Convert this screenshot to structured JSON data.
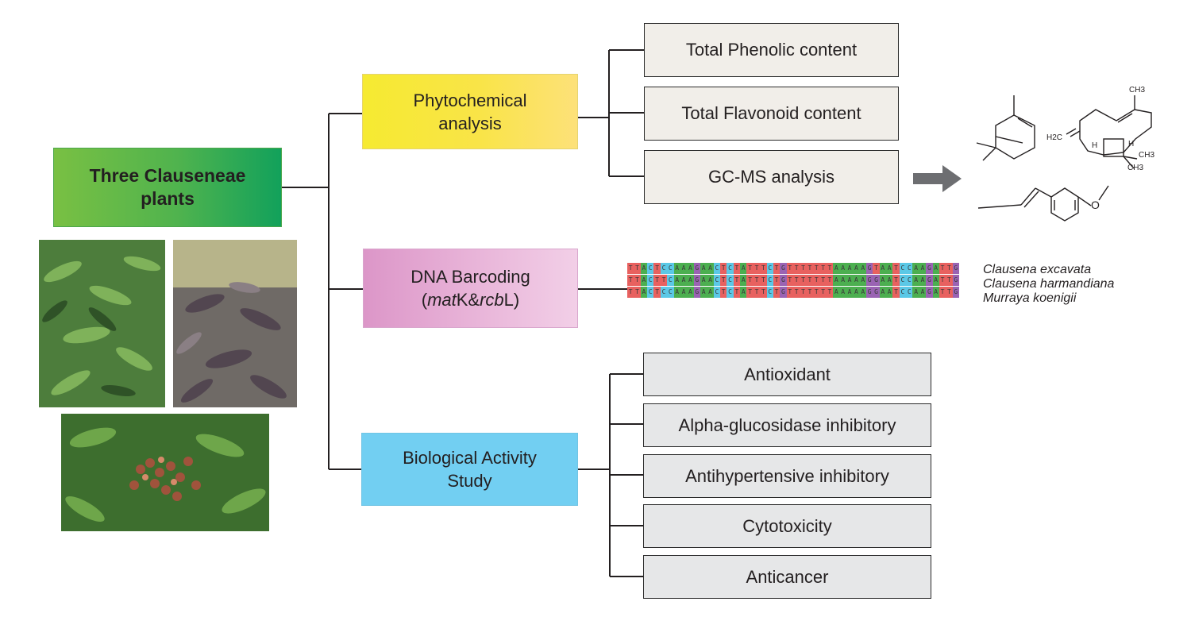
{
  "root": {
    "line1": "Three Clauseneae",
    "line2": "plants"
  },
  "branches": {
    "phytochemical": {
      "line1": "Phytochemical",
      "line2": "analysis"
    },
    "dna": {
      "line1": "DNA Barcoding",
      "gene1": "mat",
      "gene1_suffix": "K&",
      "gene2": "rcb",
      "gene2_suffix": "L"
    },
    "biological": {
      "line1": "Biological Activity",
      "line2": "Study"
    }
  },
  "phyto_items": [
    "Total Phenolic content",
    "Total Flavonoid content",
    "GC-MS analysis"
  ],
  "bio_items": [
    "Antioxidant",
    "Alpha-glucosidase inhibitory",
    "Antihypertensive inhibitory",
    "Cytotoxicity",
    "Anticancer"
  ],
  "species": [
    "Clausena excavata",
    "Clausena harmandiana",
    "Murraya koenigii"
  ],
  "sequences": [
    "TTACTCCAAAGAACTCTATTTCTGTTTTTTTAAAAAGTAATCCAAGATTG",
    "TTACTTCAAAGAACTCTATTTCTGTTTTTTTAAAAAGGAATCCAAGATTG",
    "TTACTCCAAAGAACTCTATTTCTGTTTTTTTAAAAAGGAATCCAAGATTG"
  ],
  "chem_labels": {
    "ch3_top": "CH3",
    "h2c": "H2C",
    "h_left": "H",
    "h_right": "H",
    "ch3_a": "CH3",
    "ch3_b": "CH3",
    "oxygen": "O"
  },
  "colors": {
    "nucleotide_A": "#4caf50",
    "nucleotide_T": "#e8615f",
    "nucleotide_C": "#5bc8e6",
    "nucleotide_G": "#9a63b3",
    "arrow": "#6d6e71"
  },
  "icons": {
    "arrow": "right-arrow-icon"
  }
}
